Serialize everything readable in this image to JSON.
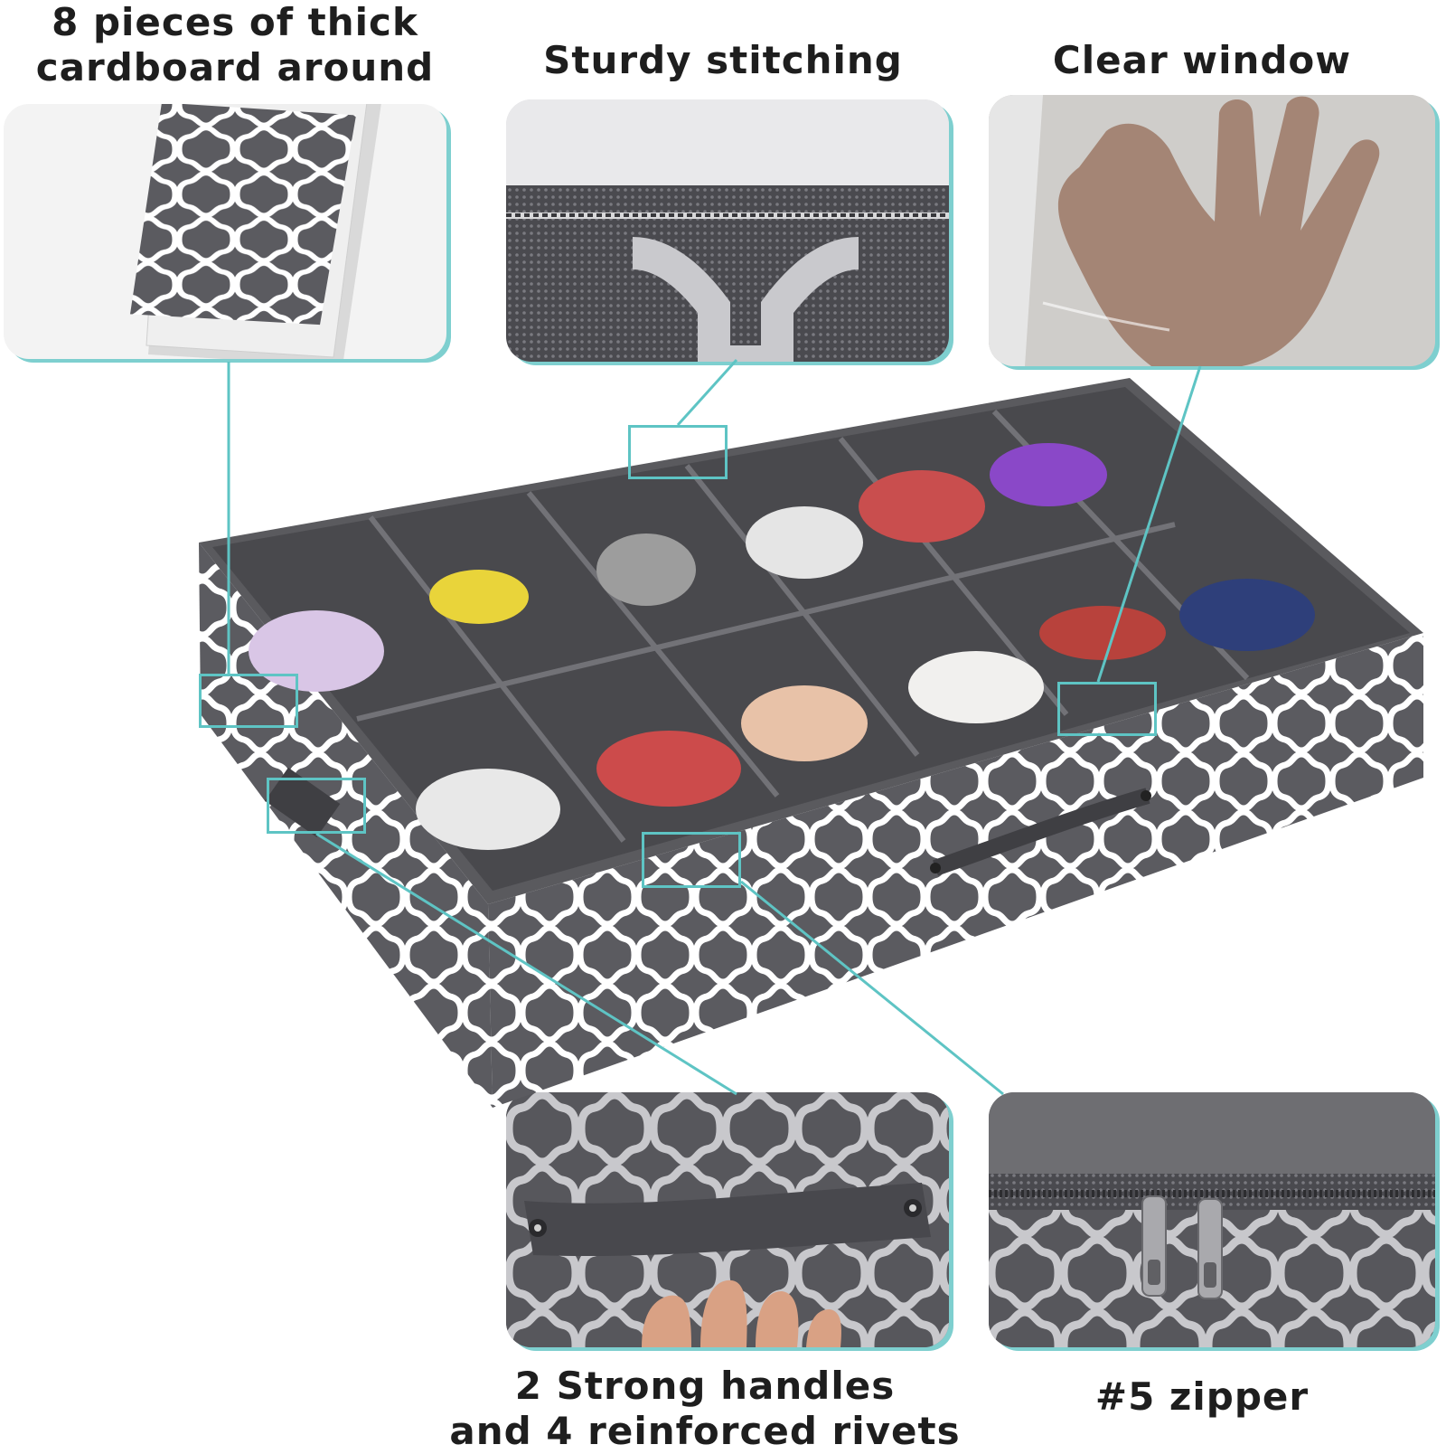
{
  "captions": {
    "cardboard_line1": "8 pieces of thick",
    "cardboard_line2": "cardboard around",
    "stitching": "Sturdy stitching",
    "window": "Clear window",
    "handles_line1": "2 Strong handles",
    "handles_line2": "and 4 reinforced rivets",
    "zipper": "#5 zipper"
  },
  "colors": {
    "accent_teal": "#5ec4c4",
    "fabric_gray": "#5d5d62",
    "pattern_white": "#ffffff",
    "caption_text": "#1e1e1e"
  },
  "product": {
    "compartments": 12,
    "icons": [
      "cardboard-stack-icon",
      "mesh-stitching-icon",
      "clear-window-hand-icon",
      "handle-rivets-icon",
      "zipper-pulls-icon"
    ]
  }
}
